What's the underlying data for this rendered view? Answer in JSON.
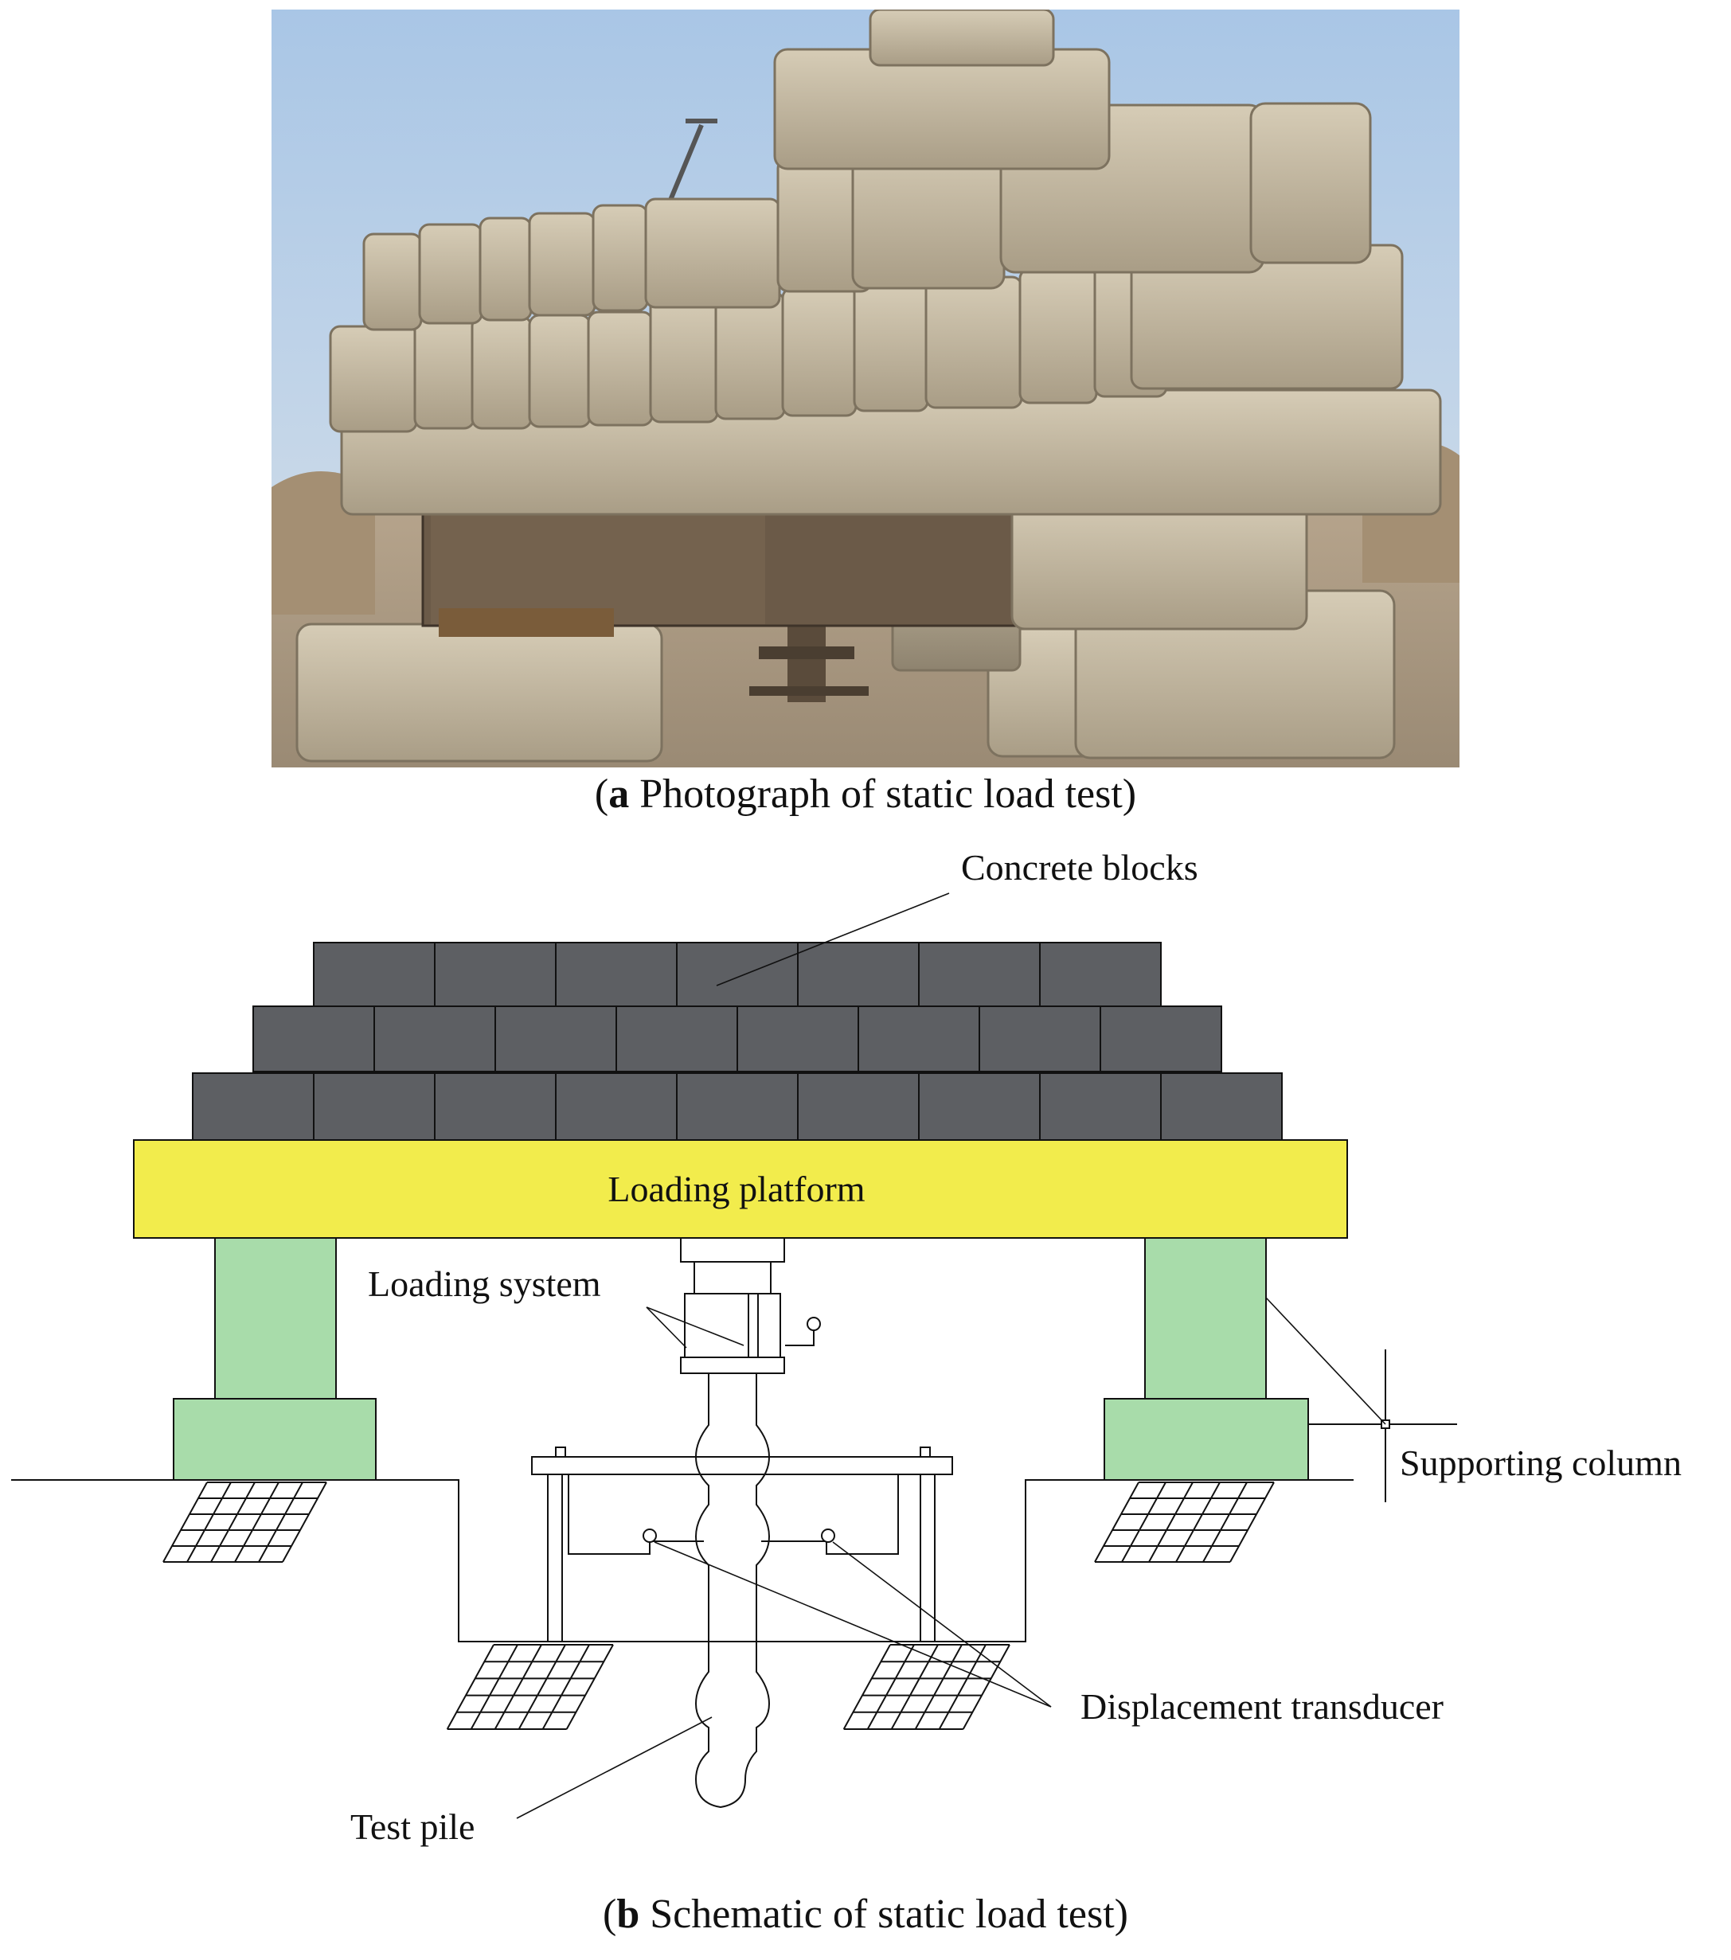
{
  "panel_a": {
    "caption_letter": "a",
    "caption_text": " Photograph of static load test"
  },
  "panel_b": {
    "caption_letter": "b",
    "caption_text": " Schematic of static load test",
    "labels": {
      "concrete_blocks": "Concrete blocks",
      "loading_platform": "Loading platform",
      "loading_system": "Loading system",
      "supporting_column": "Supporting column",
      "displacement_transducer": "Displacement transducer",
      "test_pile": "Test pile"
    }
  },
  "colors": {
    "concrete_block": "#5d5f63",
    "loading_platform": "#f2ec4c",
    "supporting_column": "#a8dcaa"
  }
}
